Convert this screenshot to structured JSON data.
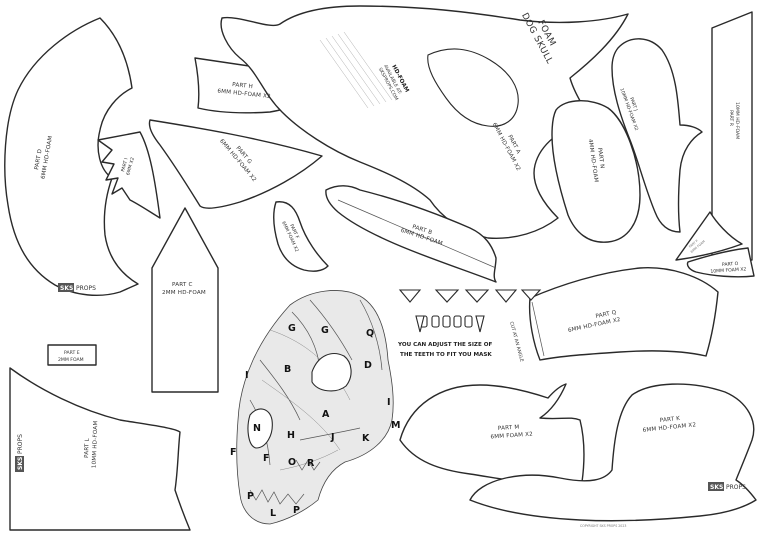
{
  "title": "FOAM DOG SKULL",
  "title_line1": "FOAM",
  "title_line2": "DOG SKULL",
  "material_block": {
    "heading": "HD-FOAM",
    "line1": "AVAILABLE AT:",
    "line2": "SKSPROPS.COM"
  },
  "parts": [
    {
      "id": "A",
      "name": "PART A",
      "material": "6MM HD-FOAM X2"
    },
    {
      "id": "B",
      "name": "PART B",
      "material": "6MM HD-FOAM"
    },
    {
      "id": "C",
      "name": "PART C",
      "material": "2MM HD-FOAM"
    },
    {
      "id": "D",
      "name": "PART D",
      "material": "6MM HD-FOAM"
    },
    {
      "id": "E",
      "name": "PART E",
      "material": "2MM FOAM"
    },
    {
      "id": "F",
      "name": "PART F",
      "material": "6MM FOAM X2"
    },
    {
      "id": "G",
      "name": "PART G",
      "material": "6MM HD-FOAM X2"
    },
    {
      "id": "H",
      "name": "PART H",
      "material": "6MM HD-FOAM X2"
    },
    {
      "id": "I",
      "name": "PART I",
      "material": "6MM X2"
    },
    {
      "id": "J",
      "name": "PART J",
      "material": "10MM HD-FOAM X2"
    },
    {
      "id": "K",
      "name": "PART K",
      "material": "6MM HD-FOAM X2"
    },
    {
      "id": "L",
      "name": "PART L",
      "material": "10MM HD-FOAM"
    },
    {
      "id": "M",
      "name": "PART M",
      "material": "6MM FOAM X2"
    },
    {
      "id": "N",
      "name": "PART N",
      "material": "4MM HD-FOAM"
    },
    {
      "id": "O",
      "name": "PART O",
      "material": "10MM FOAM X2"
    },
    {
      "id": "P",
      "name": "PART P",
      "material": "6MM FOAM"
    },
    {
      "id": "Q",
      "name": "PART Q",
      "material": "6MM HD-FOAM X2"
    },
    {
      "id": "R",
      "name": "PART R",
      "material": "10MM HD-FOAM"
    }
  ],
  "teeth_note_line1": "YOU CAN ADJUST THE SIZE OF",
  "teeth_note_line2": "THE TEETH TO FIT YOU MASK",
  "cut_note": "CUT AT AN ANGLE",
  "logo": {
    "mark": "SKS",
    "rest": "PROPS"
  },
  "copyright": "COPYRIGHT SKS PROPS 2023",
  "skull_letters": [
    "G",
    "G",
    "Q",
    "I",
    "B",
    "D",
    "I",
    "A",
    "M",
    "N",
    "H",
    "J",
    "K",
    "F",
    "F",
    "O",
    "R",
    "P",
    "L",
    "P"
  ]
}
